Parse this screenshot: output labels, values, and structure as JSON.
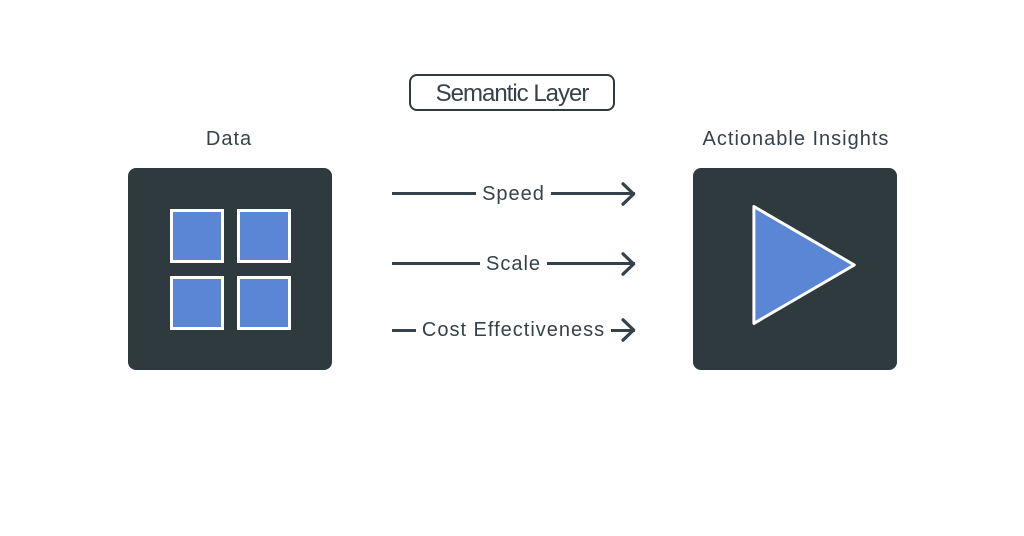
{
  "diagram": {
    "title_box": {
      "label": "Semantic Layer"
    },
    "source": {
      "title": "Data",
      "icon": "grid-2x2-icon"
    },
    "target": {
      "title": "Actionable Insights",
      "icon": "play-triangle-icon"
    },
    "arrows": [
      {
        "label": "Speed"
      },
      {
        "label": "Scale"
      },
      {
        "label": "Cost Effectiveness"
      }
    ]
  },
  "colors": {
    "dark": "#2F3A3F",
    "blue": "#5A86D5",
    "ink": "#36424A",
    "white": "#FFFFFF"
  }
}
